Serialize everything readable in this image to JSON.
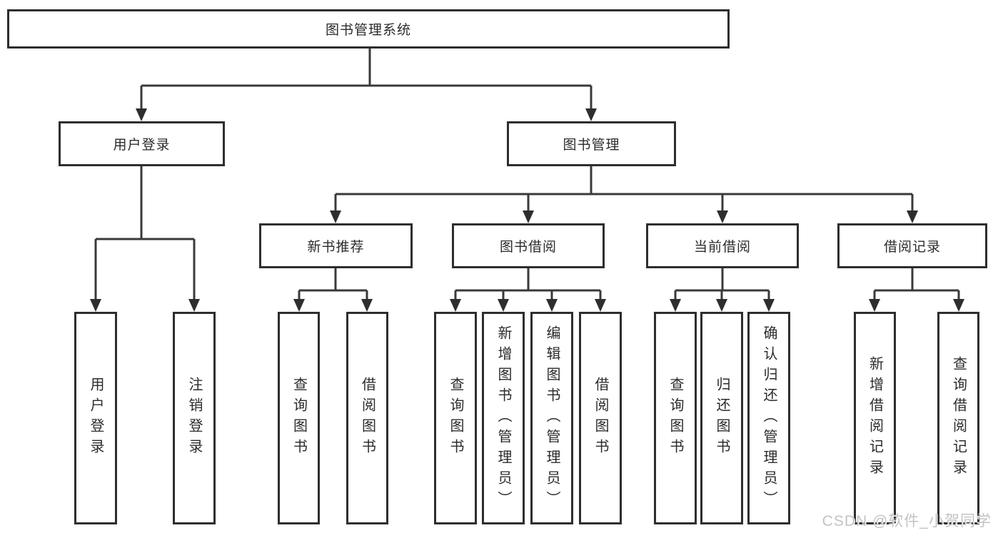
{
  "tree": {
    "root": {
      "label": "图书管理系统",
      "children": [
        {
          "label": "用户登录",
          "children": [
            {
              "label": "用户登录"
            },
            {
              "label": "注销登录"
            }
          ]
        },
        {
          "label": "图书管理",
          "children": [
            {
              "label": "新书推荐",
              "children": [
                {
                  "label": "查询图书"
                },
                {
                  "label": "借阅图书"
                }
              ]
            },
            {
              "label": "图书借阅",
              "children": [
                {
                  "label": "查询图书"
                },
                {
                  "label": "新增图书（管理员）"
                },
                {
                  "label": "编辑图书（管理员）"
                },
                {
                  "label": "借阅图书"
                }
              ]
            },
            {
              "label": "当前借阅",
              "children": [
                {
                  "label": "查询图书"
                },
                {
                  "label": "归还图书"
                },
                {
                  "label": "确认归还（管理员）"
                }
              ]
            },
            {
              "label": "借阅记录",
              "children": [
                {
                  "label": "新增借阅记录"
                },
                {
                  "label": "查询借阅记录"
                }
              ]
            }
          ]
        }
      ]
    }
  },
  "watermark": {
    "text": "CSDN @软件_小贺同学"
  },
  "colors": {
    "line": "#3a3a3a",
    "box_border": "#2e2e2e",
    "text": "#2b2b2b",
    "background": "#ffffff",
    "watermark": "#c3c3c3"
  }
}
